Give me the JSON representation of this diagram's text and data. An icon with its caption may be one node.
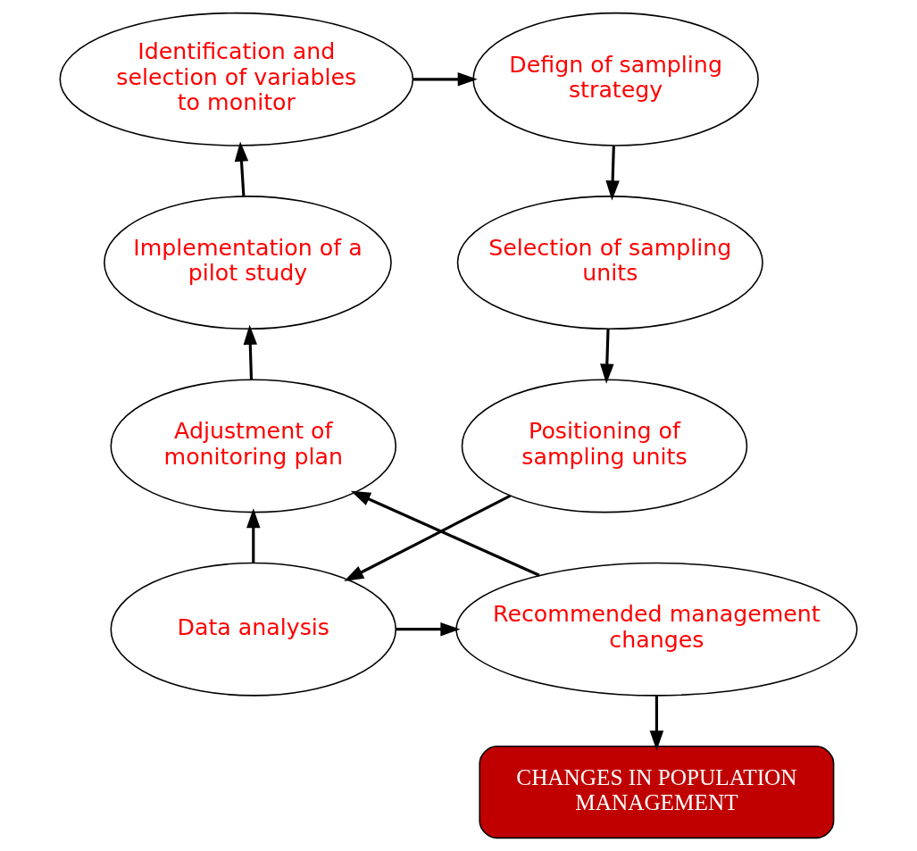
{
  "diagram": {
    "nodes": [
      {
        "text": [
          "Identification and selection of variables to monitor"
        ]
      },
      {
        "text": [
          "Defign of sampling strategy"
        ]
      },
      {
        "text": [
          "Selection of sampling units"
        ]
      },
      {
        "text": [
          "Positioning of sampling units"
        ]
      },
      {
        "text": [
          "Data analysis"
        ]
      },
      {
        "text": [
          "Adjustment of monitoring plan"
        ]
      },
      {
        "text": [
          "Recommended management changes"
        ]
      },
      {
        "text": [
          "Implementation of a pilot study"
        ]
      },
      {
        "text": [
          "CHANGES IN POPULATION MANAGEMENT"
        ]
      }
    ],
    "edges": [
      {
        "from": 0,
        "to": 1,
        "arrow": "to"
      },
      {
        "from": 1,
        "to": 2,
        "arrow": "to"
      },
      {
        "from": 2,
        "to": 3,
        "arrow": "to"
      },
      {
        "from": 3,
        "to": 4,
        "arrow": "to"
      },
      {
        "from": 4,
        "to": 5,
        "arrow": "to"
      },
      {
        "from": 4,
        "to": 6,
        "arrow": "to"
      },
      {
        "from": 6,
        "to": 5,
        "arrow": "to"
      },
      {
        "from": 5,
        "to": 7,
        "arrow": "to"
      },
      {
        "from": 7,
        "to": 0,
        "arrow": "to"
      },
      {
        "from": 6,
        "to": 8,
        "arrow": "to"
      }
    ]
  }
}
